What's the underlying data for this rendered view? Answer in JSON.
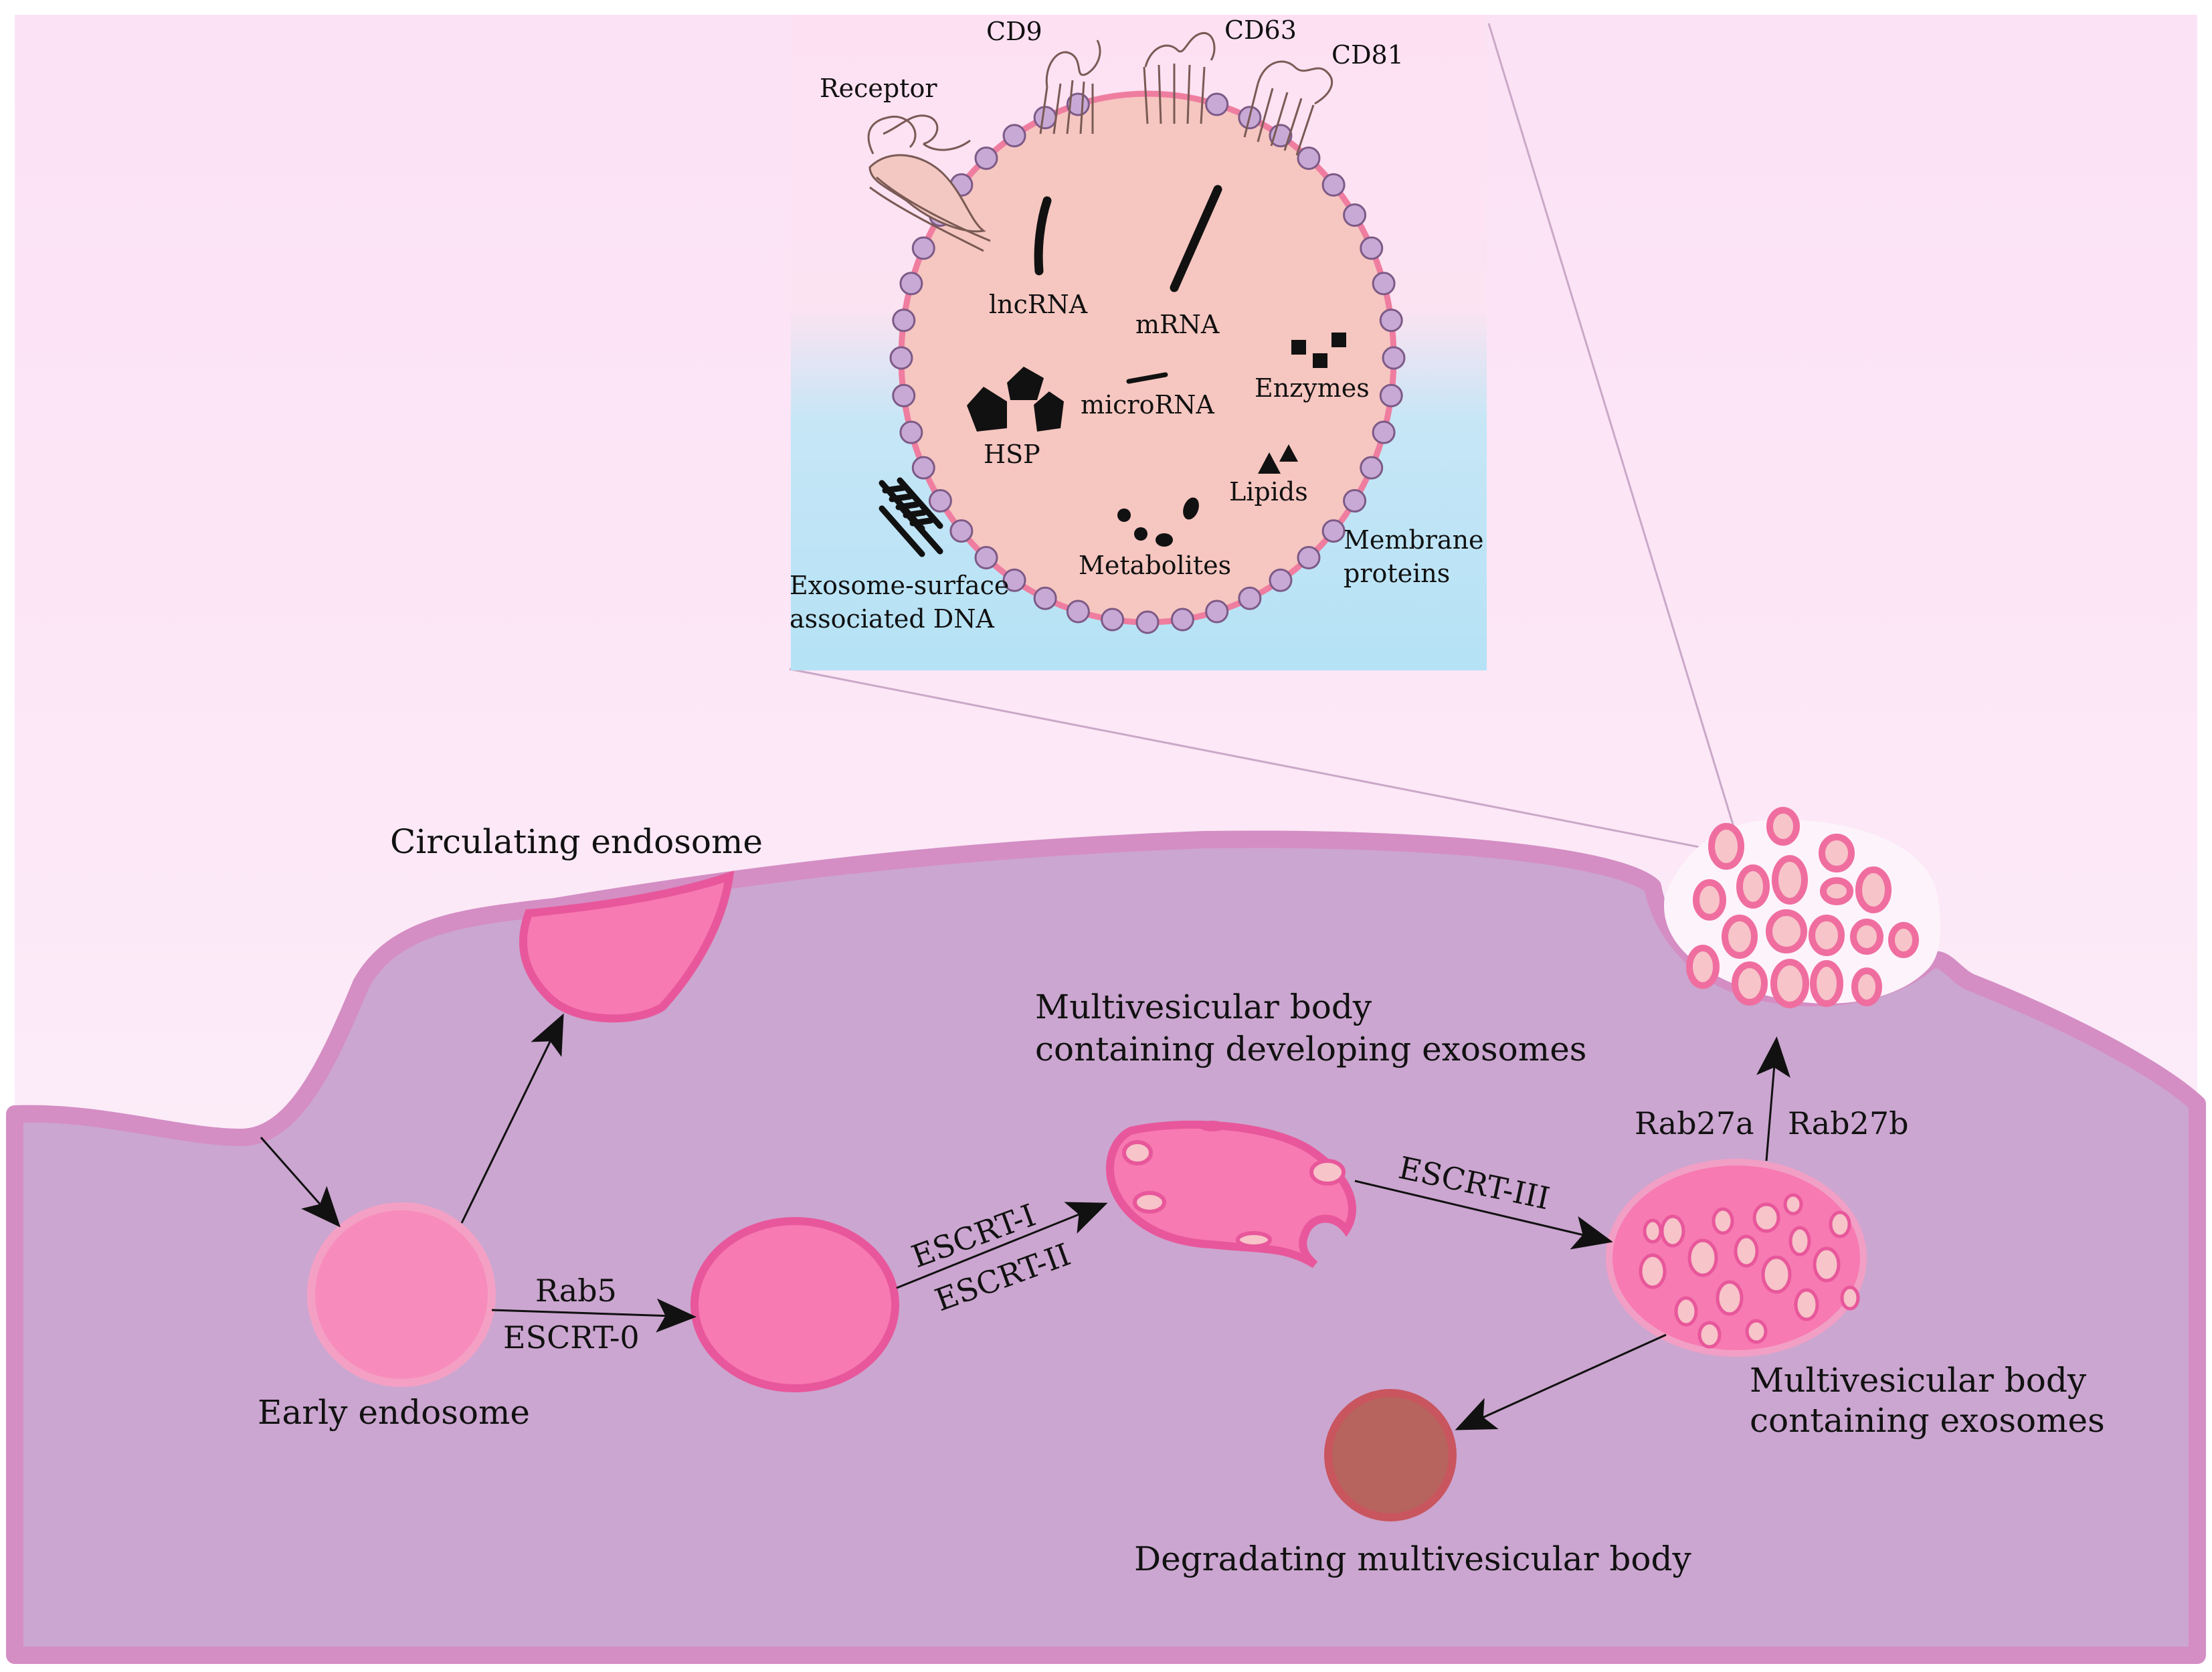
{
  "inset": {
    "labels": {
      "receptor": "Receptor",
      "cd9": "CD9",
      "cd63": "CD63",
      "cd81": "CD81",
      "lncrna": "lncRNA",
      "mrna": "mRNA",
      "microrna": "microRNA",
      "enzymes": "Enzymes",
      "hsp": "HSP",
      "lipids": "Lipids",
      "metabolites": "Metabolites",
      "membrane_proteins_1": "Membrane",
      "membrane_proteins_2": "proteins",
      "dna_1": "Exosome-surface",
      "dna_2": "associated DNA"
    }
  },
  "cell": {
    "labels": {
      "circulating_endosome": "Circulating endosome",
      "early_endosome": "Early endosome",
      "rab5": "Rab5",
      "escrt0": "ESCRT-0",
      "escrt1": "ESCRT-I",
      "escrt2": "ESCRT-II",
      "escrt3": "ESCRT-III",
      "mvb_dev_1": "Multivesicular body",
      "mvb_dev_2": "containing developing exosomes",
      "mvb_exo_1": "Multivesicular body",
      "mvb_exo_2": "containing exosomes",
      "rab27a": "Rab27a",
      "rab27b": "Rab27b",
      "degrading": "Degradating multivesicular body"
    }
  },
  "colors": {
    "background_top": "#fbe3f5",
    "background_bottom": "#fdf4fb",
    "cytoplasm": "#cba6d0",
    "cell_membrane": "#d48ec4",
    "endosome_fill": "#f77ab2",
    "endosome_stroke": "#e8579b",
    "vesicle_fill": "#f7c4c9",
    "exosome_body": "#f6c6c0",
    "exosome_rim": "#ef7da0",
    "lipid_bead": "#c8a9d6",
    "inset_top": "#fde0f3",
    "inset_bottom": "#b9e3f5",
    "degrading_fill": "#b7635e",
    "degrading_stroke": "#c9555f"
  }
}
